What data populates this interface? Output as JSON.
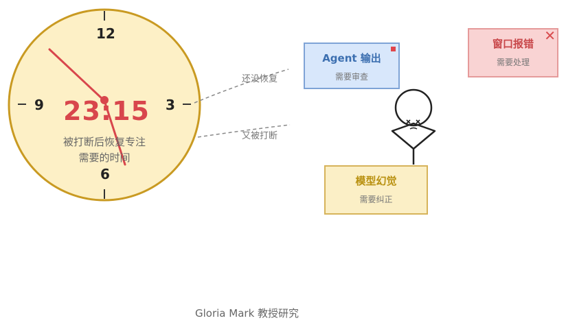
{
  "clock": {
    "numbers": {
      "twelve": "12",
      "three": "3",
      "six": "6",
      "nine": "9"
    },
    "time": "23:15",
    "caption_line1": "被打断后恢复专注",
    "caption_line2": "需要的时间"
  },
  "connectors": {
    "upper_label": "还没恢复",
    "lower_label": "又被打断"
  },
  "cards": {
    "agent": {
      "title": "Agent 输出",
      "subtitle": "需要审查"
    },
    "error": {
      "title": "窗口报错",
      "subtitle": "需要处理",
      "close_glyph": "✕"
    },
    "hallucination": {
      "title": "模型幻觉",
      "subtitle": "需要纠正"
    }
  },
  "credit": "Gloria Mark 教授研究",
  "colors": {
    "clock_face": "#fdf0c6",
    "clock_rim": "#c99a22",
    "accent_red": "#d8464c",
    "agent_blue": "#d8e7fb",
    "error_pink": "#f9d3d3",
    "hallucination_yellow": "#fbefc6"
  }
}
